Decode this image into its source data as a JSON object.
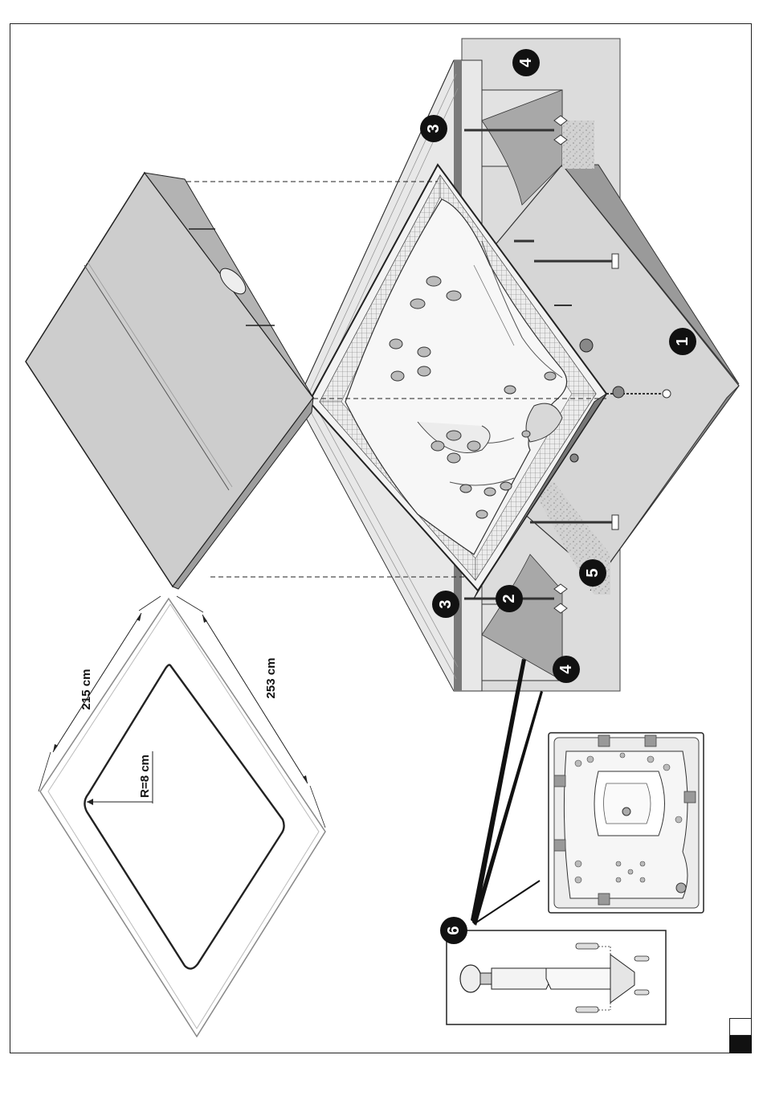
{
  "dimensions": {
    "width_label": "215 cm",
    "length_label": "253 cm",
    "radius_label": "R=8 cm"
  },
  "callouts": [
    "1",
    "2",
    "3",
    "3",
    "4",
    "4",
    "5",
    "6"
  ],
  "colors": {
    "ink": "#111111",
    "cover_fill": "#cfcfcf",
    "cover_side": "#a9a9a9",
    "floor_fill": "#d8d8d8",
    "wall_dark": "#8c8c8c",
    "tile_fill": "#e6e6e6"
  }
}
